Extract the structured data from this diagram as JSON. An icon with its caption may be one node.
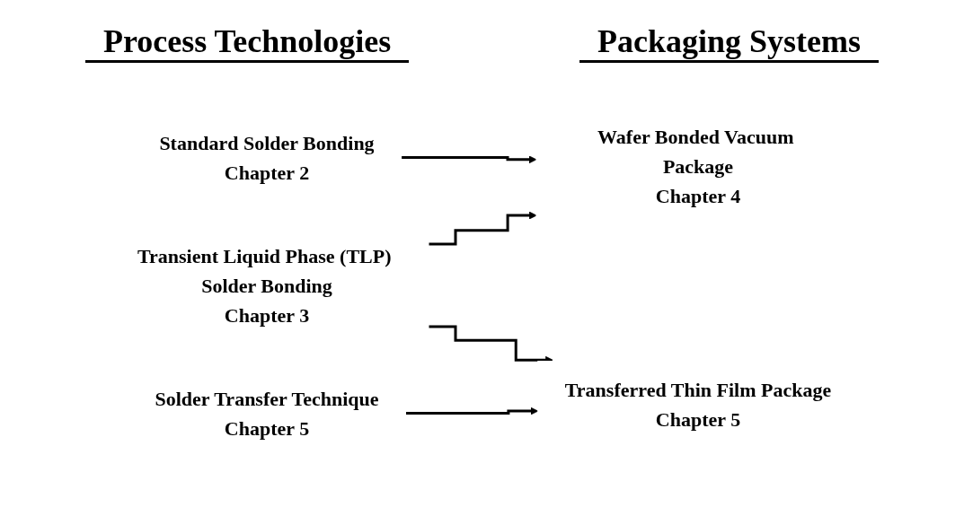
{
  "diagram": {
    "nodes": [
      {
        "text": [
          "Standard Solder Bonding",
          "Chapter 2"
        ]
      },
      {
        "text": [
          "Transient Liquid Phase (TLP) Solder Bonding",
          "Chapter 3"
        ]
      },
      {
        "text": [
          "Solder Transfer Technique",
          "Chapter 5"
        ]
      },
      {
        "text": [
          "Wafer Bonded Vacuum Package",
          "Chapter 4"
        ]
      },
      {
        "text": [
          "Transferred Thin Film Package",
          "Chapter 5"
        ]
      }
    ],
    "edges": [
      {
        "from": 0,
        "to": 3,
        "arrow": "to"
      },
      {
        "from": 1,
        "to": 3,
        "arrow": "to"
      },
      {
        "from": 1,
        "to": 4,
        "arrow": "to"
      },
      {
        "from": 2,
        "to": 4,
        "arrow": "to"
      }
    ],
    "labels": [
      "Process Technologies",
      "Packaging Systems"
    ]
  }
}
